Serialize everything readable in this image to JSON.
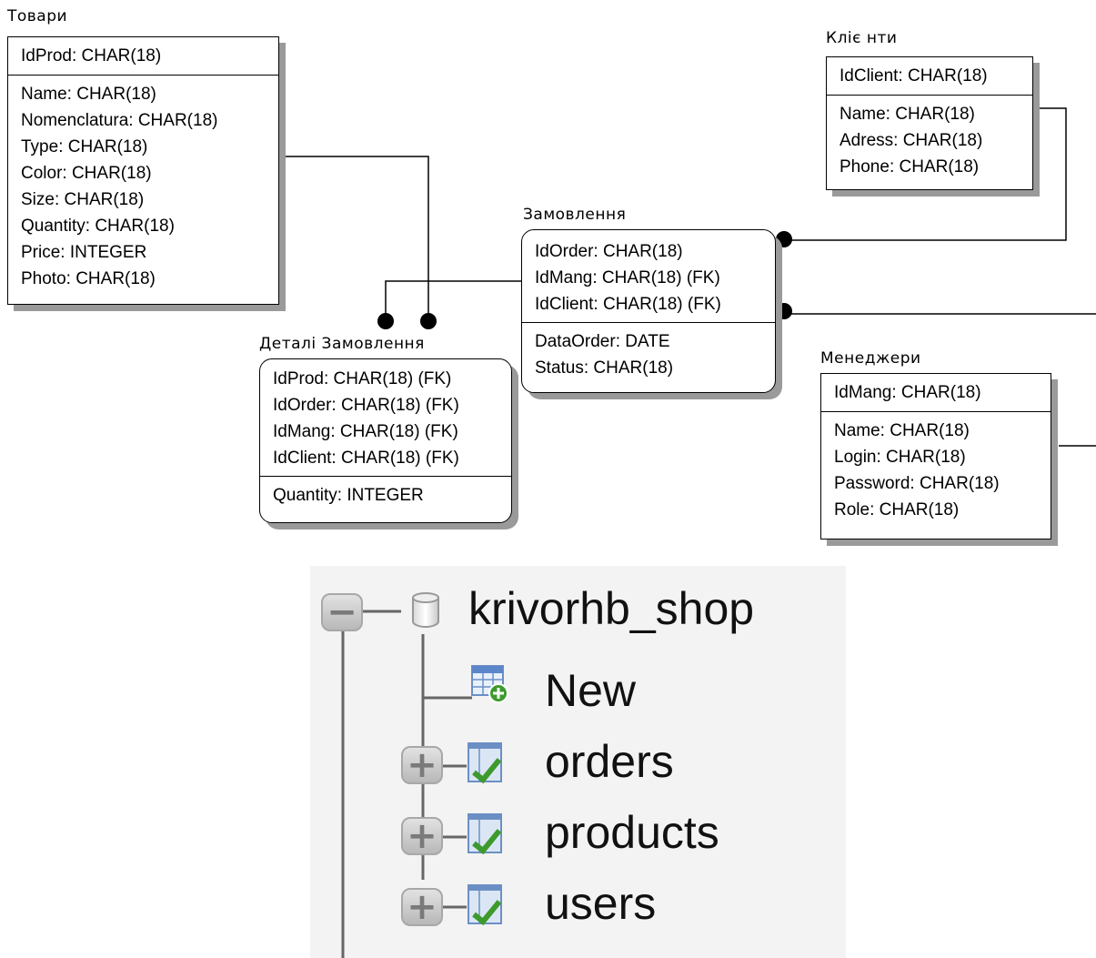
{
  "entities": {
    "tovary": {
      "title": "Товари",
      "key": [
        "IdProd:  CHAR(18)"
      ],
      "attrs": [
        "Name:  CHAR(18)",
        "Nomenclatura: CHAR(18)",
        "Type: CHAR(18)",
        "Color: CHAR(18)",
        "Size: CHAR(18)",
        "Quantity:  CHAR(18)",
        "Price: INTEGER",
        "Photo: CHAR(18)"
      ]
    },
    "klienty": {
      "title": "Кліє нти",
      "key": [
        "IdClient: CHAR(18)"
      ],
      "attrs": [
        "Name:  CHAR(18)",
        "Adress: CHAR(18)",
        "Phone: CHAR(18)"
      ]
    },
    "zamovlennia": {
      "title": "Замовлення",
      "key": [
        "IdOrder:  CHAR(18)",
        "IdMang:  CHAR(18)  (FK)",
        "IdClient:  CHAR(18) (FK)"
      ],
      "attrs": [
        "DataOrder: DATE",
        "Status: CHAR(18)"
      ]
    },
    "detali": {
      "title": "Деталі Замовлення",
      "key": [
        "IdProd: CHAR(18) (FK)",
        "IdOrder:  CHAR(18)  (FK)",
        "IdMang:  CHAR(18)  (FK)",
        "IdClient: CHAR(18) (FK)"
      ],
      "attrs": [
        "Quantity: INTEGER"
      ]
    },
    "menedzhery": {
      "title": "Менеджери",
      "key": [
        "IdMang:  CHAR(18)"
      ],
      "attrs": [
        "Name:  CHAR(18)",
        "Login: CHAR(18)",
        "Password: CHAR(18)",
        "Role: CHAR(18)"
      ]
    }
  },
  "tree": {
    "database": "krivorhb_shop",
    "new_label": "New",
    "tables": [
      "orders",
      "products",
      "users"
    ],
    "icons": {
      "database": "database-icon",
      "new": "new-table-icon",
      "table": "table-icon",
      "collapse": "minus-icon",
      "expand": "plus-icon"
    }
  }
}
